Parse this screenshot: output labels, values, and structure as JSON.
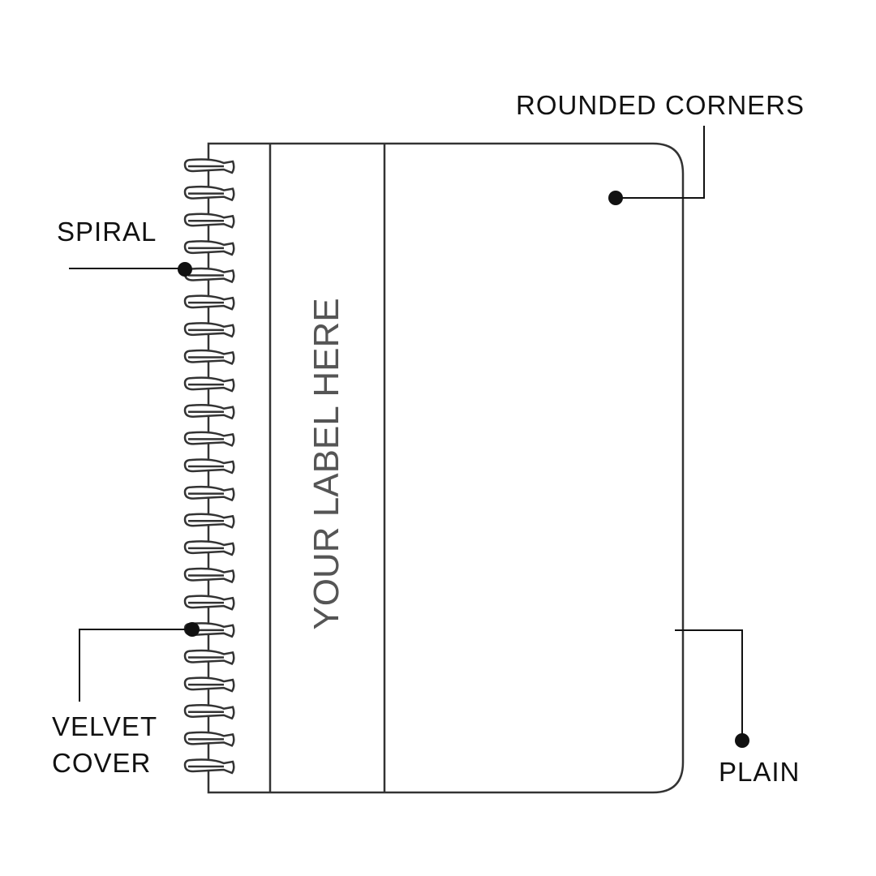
{
  "labels": {
    "rounded_corners": "ROUNDED CORNERS",
    "spiral": "SPIRAL",
    "velvet_cover": "VELVET\nCOVER",
    "plain": "PLAIN"
  },
  "cover_label": "YOUR LABEL HERE",
  "spiral_coil_count": 23,
  "colors": {
    "outline": "#333333",
    "text": "#111111",
    "label_text": "#555555"
  }
}
